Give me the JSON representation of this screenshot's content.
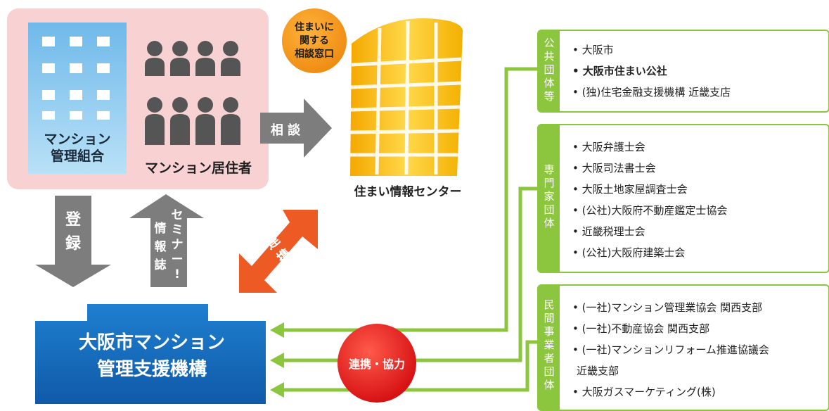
{
  "left_group": {
    "building_label_lines": [
      "マンション",
      "管理組合"
    ],
    "residents_label": "マンション居住者"
  },
  "consult_arrow_label": "相 談",
  "info_center": {
    "bubble_lines": [
      "住まいに",
      "関する",
      "相談窓口"
    ],
    "name": "住まい情報センター"
  },
  "register_arrow_chars": [
    "登",
    "録"
  ],
  "seminar_arrow": {
    "col_left": [
      "情",
      "報",
      "誌"
    ],
    "col_right": [
      "セ",
      "ミ",
      "ナ",
      "ー",
      "!"
    ]
  },
  "link_arrow_chars": [
    "連",
    "携"
  ],
  "organization_lines": [
    "大阪市マンション",
    "管理支援機構"
  ],
  "cooperation_label": "連携・協力",
  "panels": [
    {
      "side_chars": [
        "公",
        "共",
        "団",
        "体",
        "等"
      ],
      "items": [
        {
          "text": "• 大阪市",
          "bold": false
        },
        {
          "text": "• 大阪市住まい公社",
          "bold": true
        },
        {
          "text": "• (独)住宅金融支援機構 近畿支店",
          "bold": false
        }
      ]
    },
    {
      "side_chars": [
        "専",
        "門",
        "家",
        "団",
        "体"
      ],
      "items": [
        {
          "text": "• 大阪弁護士会",
          "bold": false
        },
        {
          "text": "• 大阪司法書士会",
          "bold": false
        },
        {
          "text": "• 大阪土地家屋調査士会",
          "bold": false
        },
        {
          "text": "• (公社)大阪府不動産鑑定士協会",
          "bold": false
        },
        {
          "text": "• 近畿税理士会",
          "bold": false
        },
        {
          "text": "• (公社)大阪府建築士会",
          "bold": false
        }
      ]
    },
    {
      "side_chars": [
        "民",
        "間",
        "事",
        "業",
        "者",
        "団",
        "体"
      ],
      "items": [
        {
          "text": "• (一社)マンション管理業協会 関西支部",
          "bold": false
        },
        {
          "text": "• (一社)不動産協会 関西支部",
          "bold": false
        },
        {
          "text": "• (一社)マンションリフォーム推進協議会",
          "bold": false
        },
        {
          "text": "  近畿支部",
          "bold": false
        },
        {
          "text": "• 大阪ガスマーケティング(株)",
          "bold": false
        }
      ]
    }
  ],
  "colors": {
    "pink_bg": "#f8d2d2",
    "building_blue": "#7fc4ee",
    "person_gray": "#555555",
    "arrow_gray": "#7d7d7d",
    "gold": "#f7b500",
    "bubble_orange": "#f39a1c",
    "link_orange": "#ee5a24",
    "org_blue": "#1a6dbf",
    "green": "#8cc63f",
    "circle_red": "#e8181a"
  }
}
